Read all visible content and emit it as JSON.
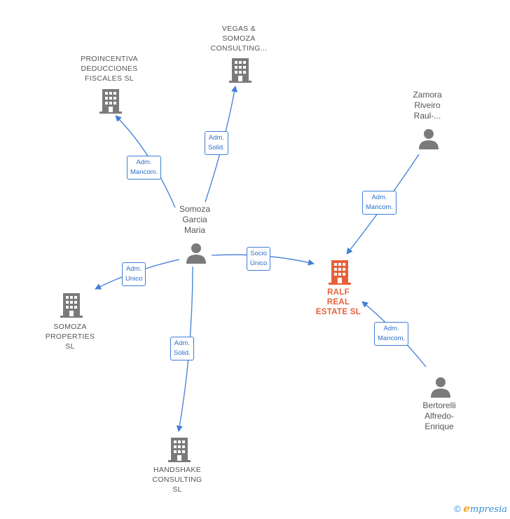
{
  "colors": {
    "edge": "#3f7ed6",
    "node": "#7a7a7a",
    "focus": "#e8603a"
  },
  "nodes": {
    "proincentiva": {
      "label": [
        "PROINCENTIVA",
        "DEDUCCIONES",
        "FISCALES  SL"
      ],
      "icon": "building-icon"
    },
    "vegas": {
      "label": [
        "VEGAS &",
        "SOMOZA",
        "CONSULTING..."
      ],
      "icon": "building-icon"
    },
    "zamora": {
      "label": [
        "Zamora",
        "Riveiro",
        "Raul-..."
      ],
      "icon": "person-icon"
    },
    "somoza": {
      "label": [
        "Somoza",
        "Garcia",
        "Maria"
      ],
      "icon": "person-icon"
    },
    "ralf": {
      "label": [
        "RALF",
        "REAL",
        "ESTATE  SL"
      ],
      "icon": "building-icon"
    },
    "somoza_properties": {
      "label": [
        "SOMOZA",
        "PROPERTIES",
        "SL"
      ],
      "icon": "building-icon"
    },
    "bertorelli": {
      "label": [
        "Bertorelli",
        "Alfredo-",
        "Enrique"
      ],
      "icon": "person-icon"
    },
    "handshake": {
      "label": [
        "HANDSHAKE",
        "CONSULTING",
        "SL"
      ],
      "icon": "building-icon"
    }
  },
  "edges": {
    "to_proincentiva": [
      "Adm.",
      "Mancom."
    ],
    "to_vegas": [
      "Adm.",
      "Solid."
    ],
    "to_ralf_from_zamora": [
      "Adm.",
      "Mancom."
    ],
    "to_ralf_from_somoza": [
      "Socio",
      "Único"
    ],
    "to_somoza_properties": [
      "Adm.",
      "Unico"
    ],
    "to_ralf_from_bertorelli": [
      "Adm.",
      "Mancom."
    ],
    "to_handshake": [
      "Adm.",
      "Solid."
    ]
  },
  "footer": {
    "copyright": "©",
    "brand_initial": "e",
    "brand_rest": "mpresia"
  }
}
